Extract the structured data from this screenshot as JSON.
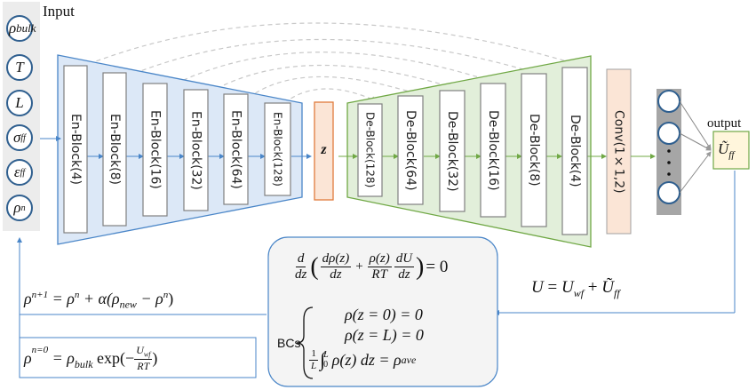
{
  "input": {
    "title": "Input",
    "nodes": [
      {
        "sym": "ρ",
        "sub": "bulk"
      },
      {
        "sym": "T",
        "sub": ""
      },
      {
        "sym": "L",
        "sub": ""
      },
      {
        "sym": "σ",
        "sub": "ff"
      },
      {
        "sym": "ε",
        "sub": "ff"
      },
      {
        "sym": "ρ",
        "sup": "n"
      }
    ]
  },
  "encoder": {
    "blocks": [
      "En-Block(4)",
      "En-Block(8)",
      "En-Block(16)",
      "En-Block(32)",
      "En-Block(64)",
      "En-Block(128)"
    ],
    "color_fill": "#dce8f7",
    "color_stroke": "#4a86c8"
  },
  "latent": {
    "label": "z",
    "color_fill": "#fbe5d6",
    "color_stroke": "#e07b3c"
  },
  "decoder": {
    "blocks": [
      "De-Block(128)",
      "De-Block(64)",
      "De-Block(32)",
      "De-Block(16)",
      "De-Block(8)",
      "De-Block(4)"
    ],
    "color_fill": "#e2efda",
    "color_stroke": "#70a845"
  },
  "conv": {
    "label": "Conv(1×1,2)",
    "color_fill": "#fbe5d6",
    "color_stroke": "#a0a0a0"
  },
  "fc_layer": {
    "dots": "⋮",
    "color_fill": "#a6a6a6",
    "node_count_shown": 3
  },
  "output": {
    "title": "output",
    "label_sym": "Ũ",
    "label_sub": "ff",
    "color_fill": "#fff6dc",
    "color_stroke": "#70a845"
  },
  "equations": {
    "potential": {
      "lhs": "U",
      "eq": " = ",
      "t1": "U",
      "t1_sub": "wf",
      "plus": " + ",
      "t2": "Ũ",
      "t2_sub": "ff"
    },
    "ode": {
      "d": "d",
      "dz": "dz",
      "n1": "dρ(z)",
      "d1": "dz",
      "n2": "ρ(z)",
      "d2": "RT",
      "n3": "dU",
      "d3": "dz",
      "rhs": " = 0"
    },
    "bcs_label": "BCs",
    "bcs": [
      "ρ(z = 0) = 0",
      "ρ(z = L) = 0"
    ],
    "bc_integral": {
      "one": "1",
      "L": "L",
      "upper": "L",
      "lower": "0",
      "body": "ρ(z) dz = ρ",
      "sub": "ave"
    },
    "update": {
      "lhs": "ρ",
      "lhs_sup": "n+1",
      "mid": " = ρ",
      "mid_sup": "n",
      "rest": " + α(ρ",
      "sub": "new",
      "tail": " − ρ",
      "tail_sup": "n",
      "close": ")"
    },
    "init": {
      "lhs": "ρ",
      "lhs_sup": "n=0",
      "mid": " = ρ",
      "mid_sub": "bulk",
      "fn": " exp(−",
      "num": "U",
      "num_sub": "wf",
      "den": "RT",
      "close": ")"
    }
  }
}
